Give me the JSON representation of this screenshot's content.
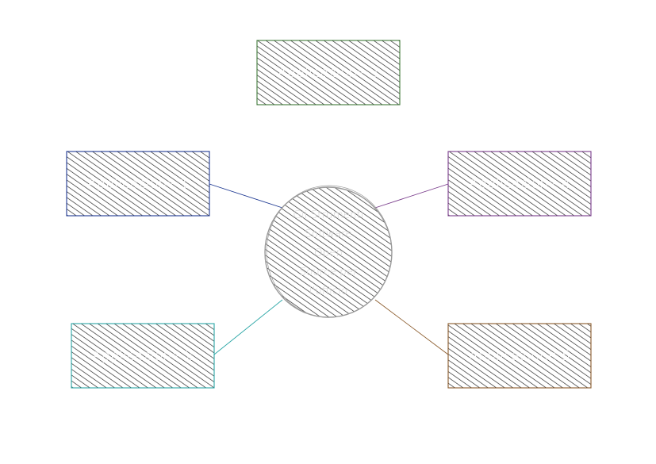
{
  "hub": {
    "lines": [
      "Gli Strumenti",
      "Software",
      "Open",
      "Source per",
      "l'ufficio"
    ],
    "stroke_color": "#9a9a9a"
  },
  "nodes": [
    {
      "id": "app1",
      "label": "Applicazione 1",
      "color": "#1f3a93"
    },
    {
      "id": "app2",
      "label": "Applicazione 2",
      "color": "#2aa6a6"
    },
    {
      "id": "app3",
      "label": "Applicazione 3",
      "color": "#3f7a3a"
    },
    {
      "id": "app4",
      "label": "Applicazione 4",
      "color": "#7a3d8c"
    },
    {
      "id": "app5",
      "label": "Applicazione 5",
      "color": "#8a5a2a"
    }
  ]
}
